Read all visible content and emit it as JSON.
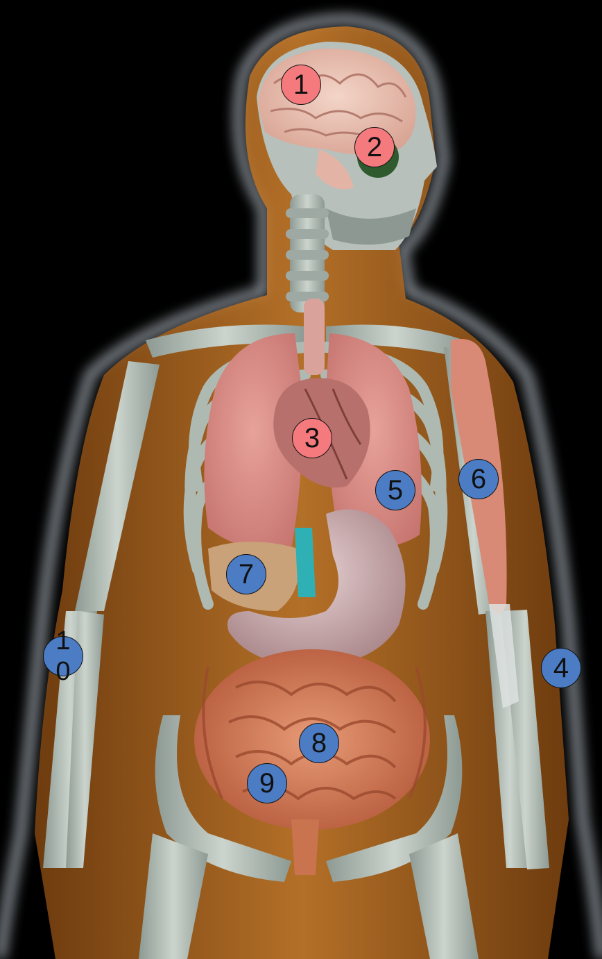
{
  "figure": {
    "background_color": "#000000",
    "skin_glow_color": "#c8d2dc",
    "muscle_color": "#c67a2a",
    "bone_color": "#b9c4bd",
    "organ_color": "#d98c86"
  },
  "markers": [
    {
      "label": "1",
      "color": "#f47a7e",
      "group": "red"
    },
    {
      "label": "2",
      "color": "#f47a7e",
      "group": "red"
    },
    {
      "label": "3",
      "color": "#f47a7e",
      "group": "red"
    },
    {
      "label": "4",
      "color": "#4b7cc4",
      "group": "blue"
    },
    {
      "label": "5",
      "color": "#4b7cc4",
      "group": "blue"
    },
    {
      "label": "6",
      "color": "#4b7cc4",
      "group": "blue"
    },
    {
      "label": "7",
      "color": "#4b7cc4",
      "group": "blue"
    },
    {
      "label": "8",
      "color": "#4b7cc4",
      "group": "blue"
    },
    {
      "label": "9",
      "color": "#4b7cc4",
      "group": "blue"
    },
    {
      "label": "10",
      "color": "#4b7cc4",
      "group": "blue"
    }
  ]
}
